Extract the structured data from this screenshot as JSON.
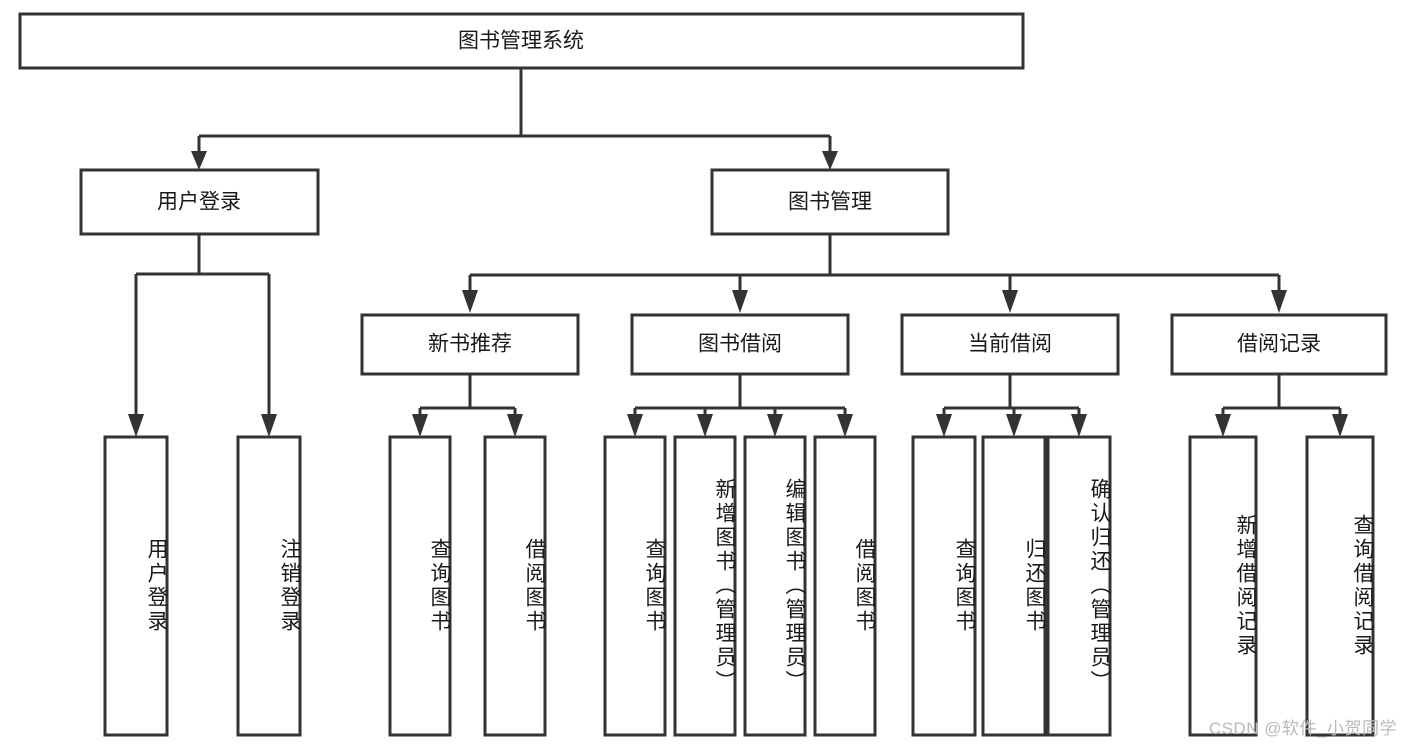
{
  "diagram": {
    "type": "tree",
    "title": "图书管理系统",
    "watermark": "CSDN @软件_小贺同学",
    "colors": {
      "box_stroke": "#333333",
      "box_fill": "#ffffff",
      "text": "#1a1a1a",
      "background": "#ffffff",
      "watermark": "#b9b9b9"
    },
    "root": {
      "label": "图书管理系统"
    },
    "level2": [
      {
        "label": "用户登录"
      },
      {
        "label": "图书管理"
      }
    ],
    "level3": [
      {
        "label": "新书推荐"
      },
      {
        "label": "图书借阅"
      },
      {
        "label": "当前借阅"
      },
      {
        "label": "借阅记录"
      }
    ],
    "leaves": {
      "user_login": [
        {
          "label": "用户登录"
        },
        {
          "label": "注销登录"
        }
      ],
      "new_book_recommend": [
        {
          "label": "查询图书"
        },
        {
          "label": "借阅图书"
        }
      ],
      "book_borrow": [
        {
          "label": "查询图书"
        },
        {
          "label": "新增图书（管理员）"
        },
        {
          "label": "编辑图书（管理员）"
        },
        {
          "label": "借阅图书"
        }
      ],
      "current_borrow": [
        {
          "label": "查询图书"
        },
        {
          "label": "归还图书"
        },
        {
          "label": "确认归还（管理员）"
        }
      ],
      "borrow_record": [
        {
          "label": "新增借阅记录"
        },
        {
          "label": "查询借阅记录"
        }
      ]
    }
  }
}
